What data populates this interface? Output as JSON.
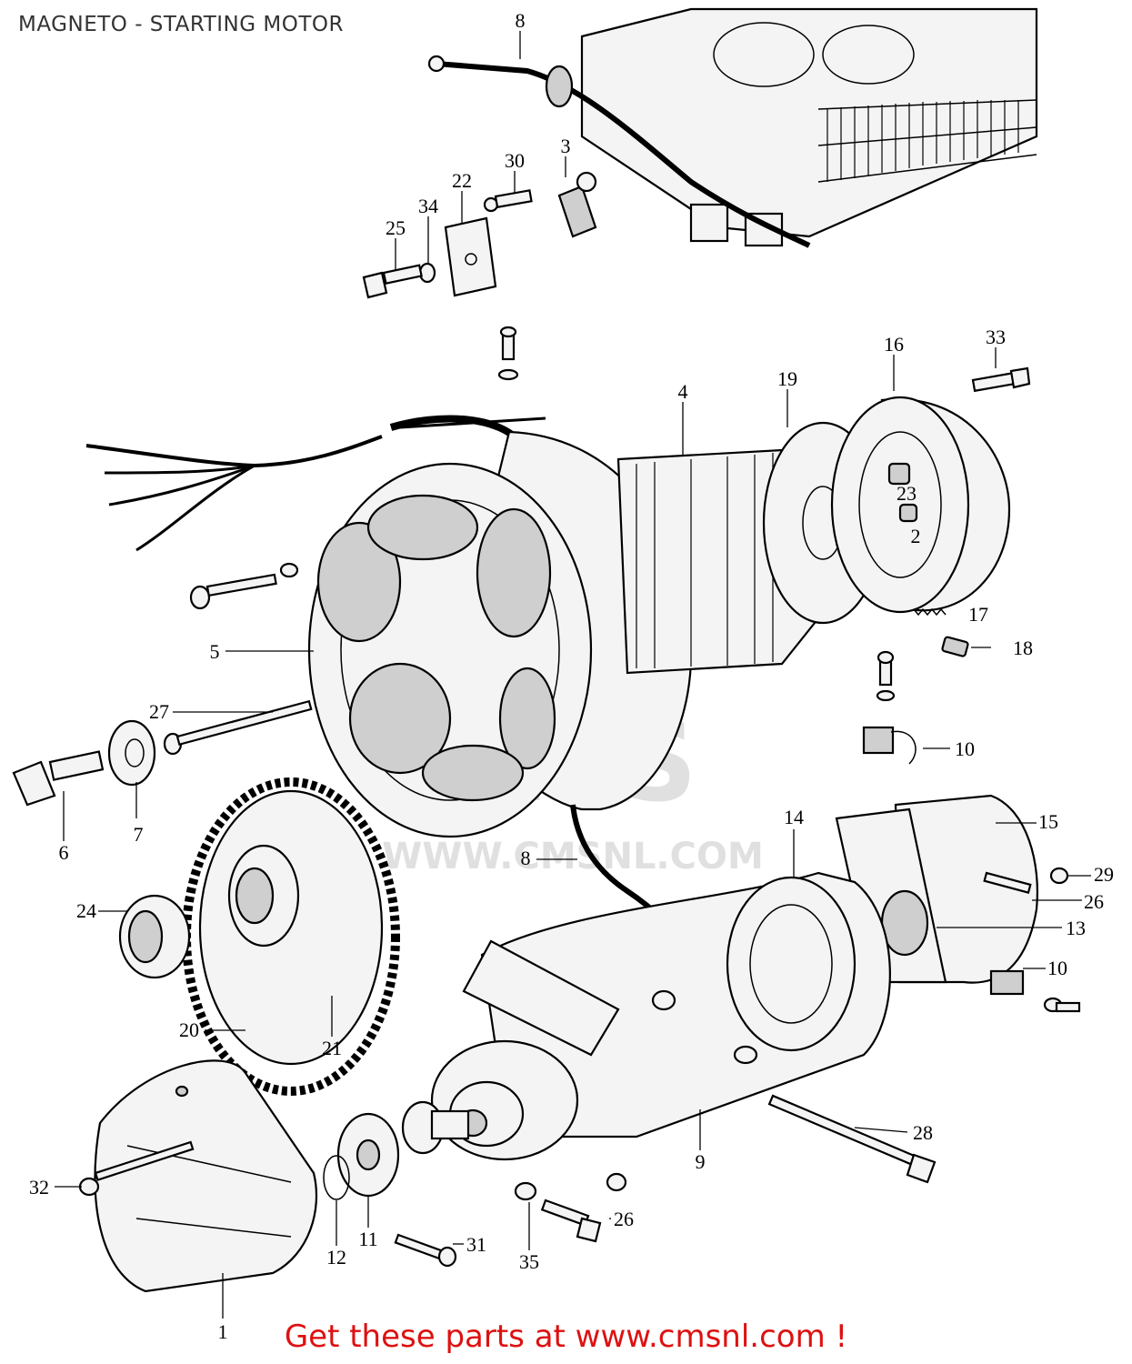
{
  "title": "MAGNETO - STARTING MOTOR",
  "watermark": {
    "main": "CMS",
    "url": "WWW.CMSNL.COM"
  },
  "footer": {
    "text": "Get these parts at www.cmsnl.com !"
  },
  "colors": {
    "footer": "#dd1111",
    "ink": "#000000",
    "watermark": "#e6e6e6"
  },
  "callouts": [
    "8",
    "30",
    "3",
    "22",
    "34",
    "25",
    "16",
    "33",
    "4",
    "19",
    "23",
    "2",
    "17",
    "18",
    "5",
    "27",
    "10",
    "6",
    "7",
    "14",
    "15",
    "29",
    "26",
    "13",
    "8",
    "24",
    "21",
    "20",
    "10",
    "28",
    "9",
    "32",
    "26",
    "12",
    "11",
    "31",
    "35",
    "1"
  ]
}
